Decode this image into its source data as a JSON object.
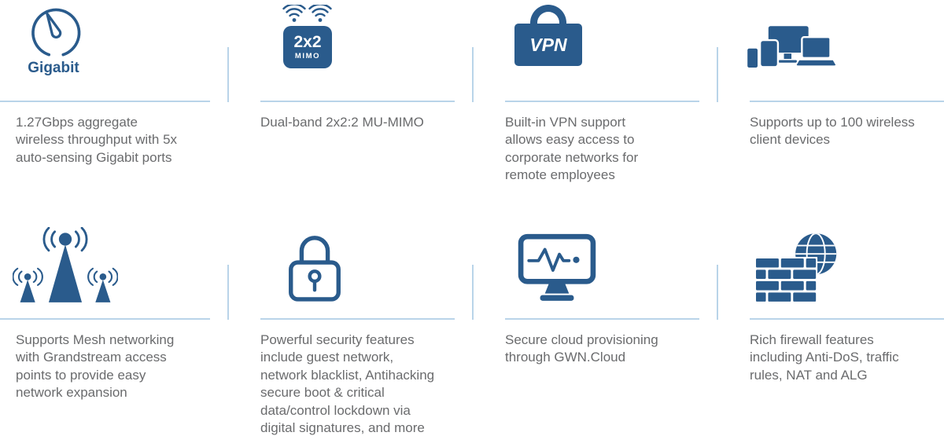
{
  "theme": {
    "icon_blue": "#2a5b8c",
    "line_blue": "#b9d4e9",
    "text_gray": "#6a6b6d"
  },
  "features": [
    {
      "name": "gigabit",
      "icon": "gauge-icon",
      "icon_label": "Gigabit",
      "description": "1.27Gbps aggregate\nwireless throughput with 5x\nauto-sensing Gigabit ports"
    },
    {
      "name": "mu-mimo",
      "icon": "wifi-mimo-icon",
      "badge_top": "2x2",
      "badge_bottom": "MIMO",
      "description": "Dual-band 2x2:2 MU-MIMO"
    },
    {
      "name": "vpn",
      "icon": "vpn-lock-icon",
      "badge": "VPN",
      "description": "Built-in VPN support\nallows easy access to\ncorporate networks for\nremote employees"
    },
    {
      "name": "clients",
      "icon": "client-devices-icon",
      "description": "Supports up to 100 wireless\nclient devices"
    },
    {
      "name": "mesh",
      "icon": "mesh-antennas-icon",
      "description": "Supports Mesh networking\nwith Grandstream access\npoints to provide easy\nnetwork expansion"
    },
    {
      "name": "security",
      "icon": "padlock-outline-icon",
      "description": "Powerful security features\ninclude guest network,\nnetwork blacklist, Antihacking\nsecure boot & critical\ndata/control lockdown via\ndigital signatures, and more"
    },
    {
      "name": "cloud",
      "icon": "monitor-pulse-icon",
      "description": "Secure cloud provisioning\nthrough GWN.Cloud"
    },
    {
      "name": "firewall",
      "icon": "firewall-globe-icon",
      "description": "Rich firewall features\nincluding Anti-DoS, traffic\nrules, NAT and ALG"
    }
  ]
}
